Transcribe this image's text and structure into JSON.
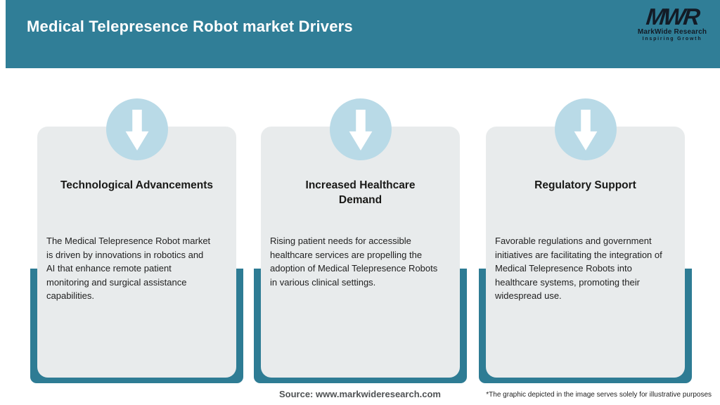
{
  "header": {
    "title": "Medical Telepresence Robot market Drivers",
    "logo": {
      "monogram": "MWR",
      "name": "MarkWide Research",
      "tagline": "Inspiring Growth"
    }
  },
  "cards": [
    {
      "icon": "down-arrow-icon",
      "title": "Technological Advancements",
      "description": "The Medical Telepresence Robot market\nis driven by innovations in robotics and\nAI that enhance remote patient\nmonitoring and surgical assistance\ncapabilities."
    },
    {
      "icon": "down-arrow-icon",
      "title": "Increased Healthcare\nDemand",
      "description": "Rising patient needs for accessible\nhealthcare services are propelling the\nadoption of Medical Telepresence Robots\nin various clinical settings."
    },
    {
      "icon": "down-arrow-icon",
      "title": "Regulatory Support",
      "description": "Favorable regulations and government\ninitiatives are facilitating the integration of\nMedical Telepresence Robots into\nhealthcare systems, promoting their\nwidespread use."
    }
  ],
  "footer": {
    "source": "Source: www.markwideresearch.com",
    "disclaimer": "*The graphic depicted in the image serves solely for illustrative purposes"
  },
  "colors": {
    "header_teal": "#307e97",
    "band_teal": "#2e7c94",
    "circle_blue": "#b9dae7",
    "card_gray": "#e8ebec"
  }
}
